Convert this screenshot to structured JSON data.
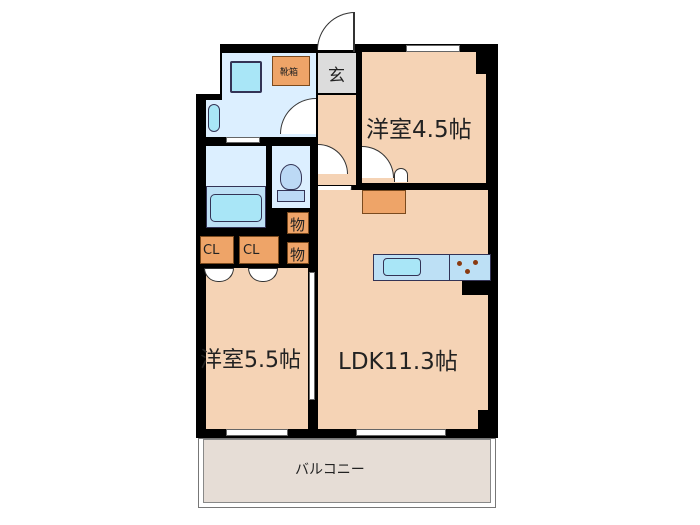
{
  "floorplan": {
    "rooms": [
      {
        "id": "western-room-1",
        "label": "洋室4.5帖",
        "type": "Western room",
        "size_jo": 4.5
      },
      {
        "id": "western-room-2",
        "label": "洋室5.5帖",
        "type": "Western room",
        "size_jo": 5.5
      },
      {
        "id": "ldk",
        "label": "LDK11.3帖",
        "type": "Living/Dining/Kitchen",
        "size_jo": 11.3
      },
      {
        "id": "entrance",
        "label": "玄",
        "type": "Entrance"
      },
      {
        "id": "shoe-box",
        "label": "靴箱",
        "type": "Shoe cabinet"
      },
      {
        "id": "balcony",
        "label": "バルコニー",
        "type": "Balcony"
      }
    ],
    "closets": {
      "cl_room1": "CL",
      "cl_room2_a": "CL",
      "cl_room2_b": "CL",
      "storage_1": "物",
      "storage_2": "物"
    },
    "colors": {
      "wood_floor": "#f5d3b5",
      "wet_area": "#dcefff",
      "storage": "#eea468",
      "entrance": "#dcdcdc",
      "balcony": "#e6ddd6",
      "fixture": "#a9e6f7",
      "wall": "#000000"
    }
  }
}
